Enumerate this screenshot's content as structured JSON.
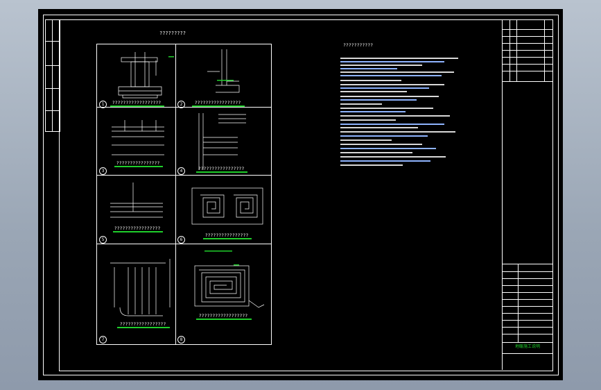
{
  "drawing": {
    "main_title": "?????????",
    "notes_title": "???????????",
    "footer_label": "地暖施工说明"
  },
  "details": [
    {
      "num": "1",
      "caption": "??????????????????"
    },
    {
      "num": "2",
      "caption": "?????????????????"
    },
    {
      "num": "3",
      "caption": "????????????????"
    },
    {
      "num": "4",
      "caption": "?????????????????"
    },
    {
      "num": "5",
      "caption": "?????????????????"
    },
    {
      "num": "6",
      "caption": "????????????????"
    },
    {
      "num": "7",
      "caption": "?????????????????"
    },
    {
      "num": "8",
      "caption": "??????????????????"
    }
  ],
  "colors": {
    "background": "#000000",
    "line": "#ffffff",
    "accent": "#1fcf2b",
    "note_blue": "#8fb4ff"
  }
}
